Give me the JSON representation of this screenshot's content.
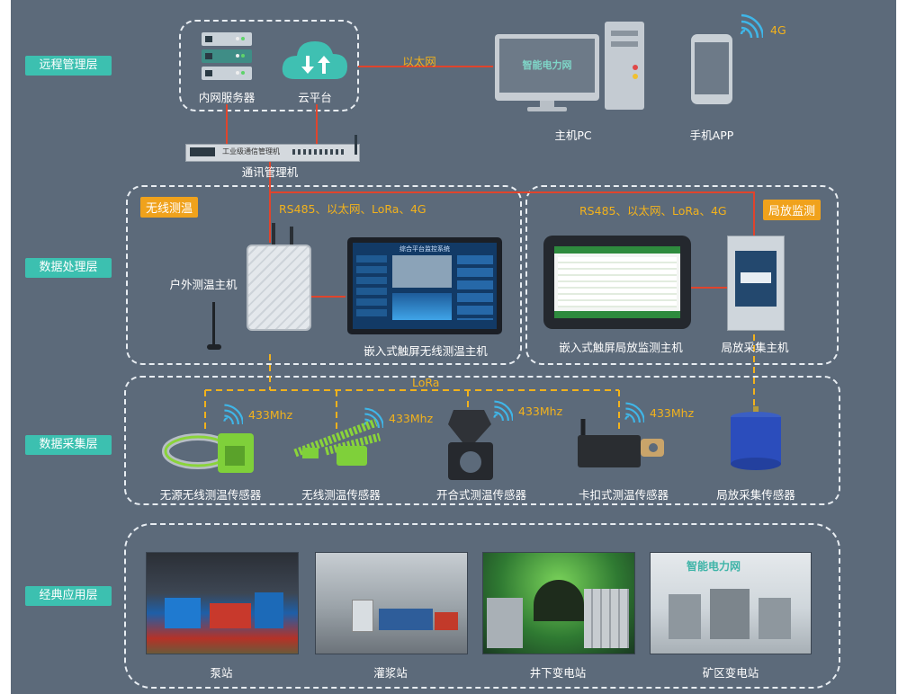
{
  "layers": {
    "remote": "远程管理层",
    "processing": "数据处理层",
    "collection": "数据采集层",
    "application": "经典应用层"
  },
  "remote": {
    "intranet_server": "内网服务器",
    "cloud_platform": "云平台",
    "ethernet": "以太网",
    "host_pc": "主机PC",
    "mobile_app": "手机APP",
    "net_4g": "4G",
    "comm_manager": "通讯管理机",
    "pc_screen_brand": "智能电力网",
    "rack_title": "工业级通信管理机"
  },
  "processing": {
    "wireless_tag": "无线测温",
    "pd_tag": "局放监测",
    "links_left": "RS485、以太网、LoRa、4G",
    "links_right": "RS485、以太网、LoRa、4G",
    "outdoor_host": "户外测温主机",
    "embedded_wireless_host": "嵌入式触屏无线测温主机",
    "embedded_pd_host": "嵌入式触屏局放监测主机",
    "pd_collector_host": "局放采集主机",
    "screen_title": "综合平台监控系统"
  },
  "collection": {
    "lora": "LoRa",
    "freq": "433Mhz",
    "sensors": [
      "无源无线测温传感器",
      "无线测温传感器",
      "开合式测温传感器",
      "卡扣式测温传感器",
      "局放采集传感器"
    ]
  },
  "application": {
    "sites": [
      "泵站",
      "灌浆站",
      "井下变电站",
      "矿区变电站"
    ],
    "brand": "智能电力网"
  },
  "colors": {
    "background": "#5c6a7a",
    "layer_tag": "#3cc0b0",
    "orange_tag": "#f0a21c",
    "wired_link": "#e0442c",
    "wireless_link": "#f2b21c"
  }
}
